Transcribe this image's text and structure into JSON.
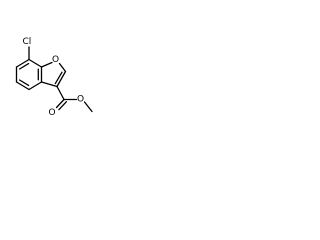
{
  "molecule": {
    "atoms": {
      "chlorine": "Cl",
      "ring_oxygen": "O",
      "carbonyl_oxygen": "O",
      "ester_oxygen": "O"
    }
  }
}
